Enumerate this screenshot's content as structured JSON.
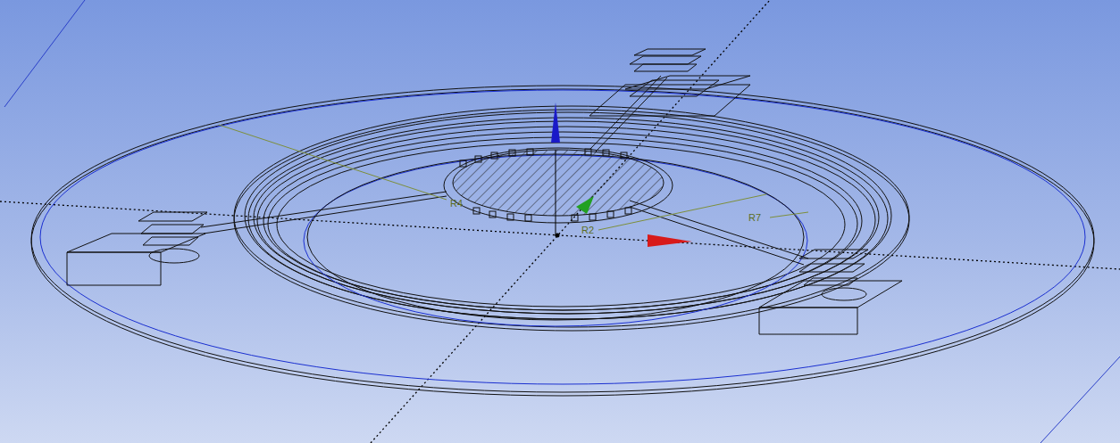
{
  "diagram": {
    "labels": [
      "R4",
      "R2",
      "R7"
    ]
  }
}
